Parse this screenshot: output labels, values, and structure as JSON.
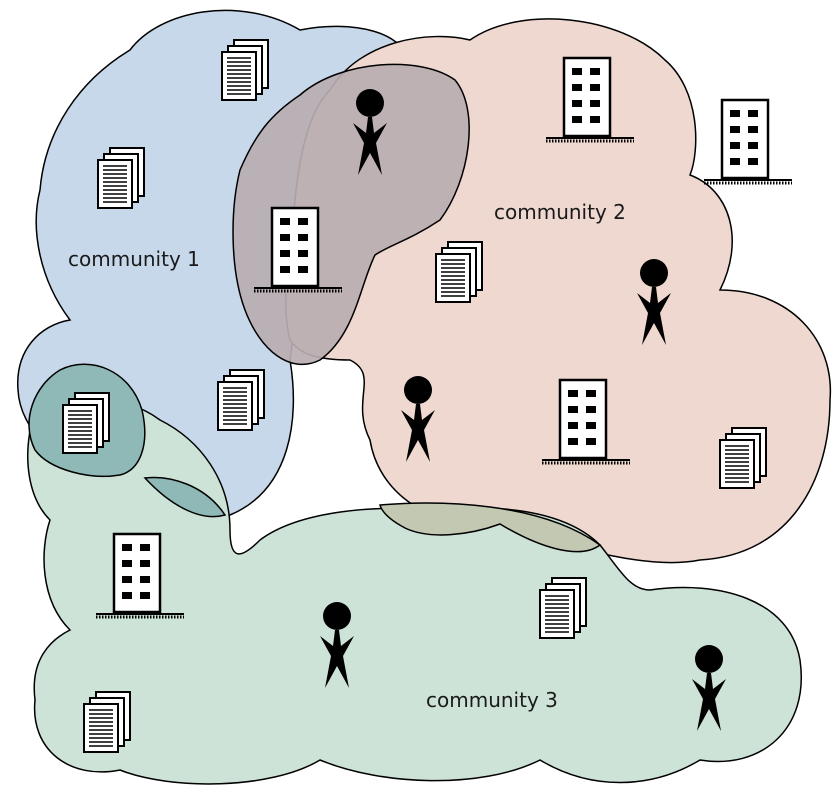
{
  "labels": {
    "community1": "community 1",
    "community2": "community 2",
    "community3": "community 3"
  },
  "colors": {
    "community1": "#c7d8ea",
    "community2": "#eed8cf",
    "community3": "#cde3d7",
    "overlap_1_2": "#b8aeb1",
    "overlap_1_3": "#8fb9b6",
    "overlap_2_3": "#c3c8b3",
    "outline": "#000000"
  },
  "legend": {
    "document": "document-icon",
    "organization": "building-icon",
    "person": "person-icon"
  }
}
